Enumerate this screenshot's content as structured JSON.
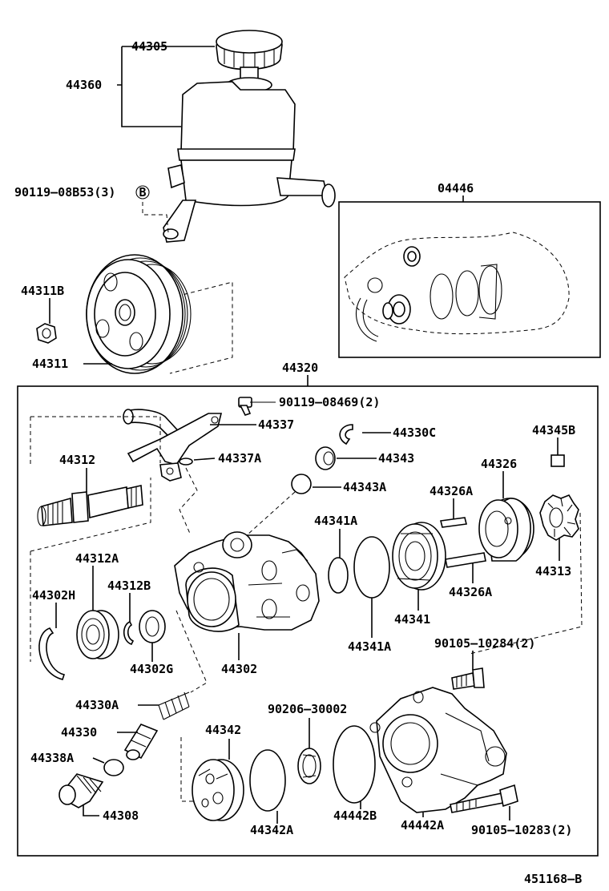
{
  "diagram": {
    "drawing_code": "451168–B",
    "labels": {
      "p44305": "44305",
      "p44360": "44360",
      "p90119_08B53": "90119–08B53(3)",
      "p04446": "04446",
      "p44311B": "44311B",
      "p44311": "44311",
      "p44320": "44320",
      "p90119_08469": "90119–08469(2)",
      "p44337": "44337",
      "p44330C": "44330C",
      "p44345B": "44345B",
      "p44312": "44312",
      "p44337A": "44337A",
      "p44343": "44343",
      "p44326": "44326",
      "p44343A": "44343A",
      "p44326A_top": "44326A",
      "p44341A_top": "44341A",
      "p44312A": "44312A",
      "p44312B": "44312B",
      "p44302H": "44302H",
      "p44313": "44313",
      "p44326A_bot": "44326A",
      "p44341": "44341",
      "p44302G": "44302G",
      "p44302": "44302",
      "p44341A_bot": "44341A",
      "p90105_10284": "90105–10284(2)",
      "p44330A": "44330A",
      "p90206_30002": "90206–30002",
      "p44330": "44330",
      "p44342": "44342",
      "p44338A": "44338A",
      "p44308": "44308",
      "p44342A": "44342A",
      "p44442B": "44442B",
      "p44442A": "44442A",
      "p90105_10283": "90105–10283(2)"
    },
    "callout_letter": "B"
  }
}
